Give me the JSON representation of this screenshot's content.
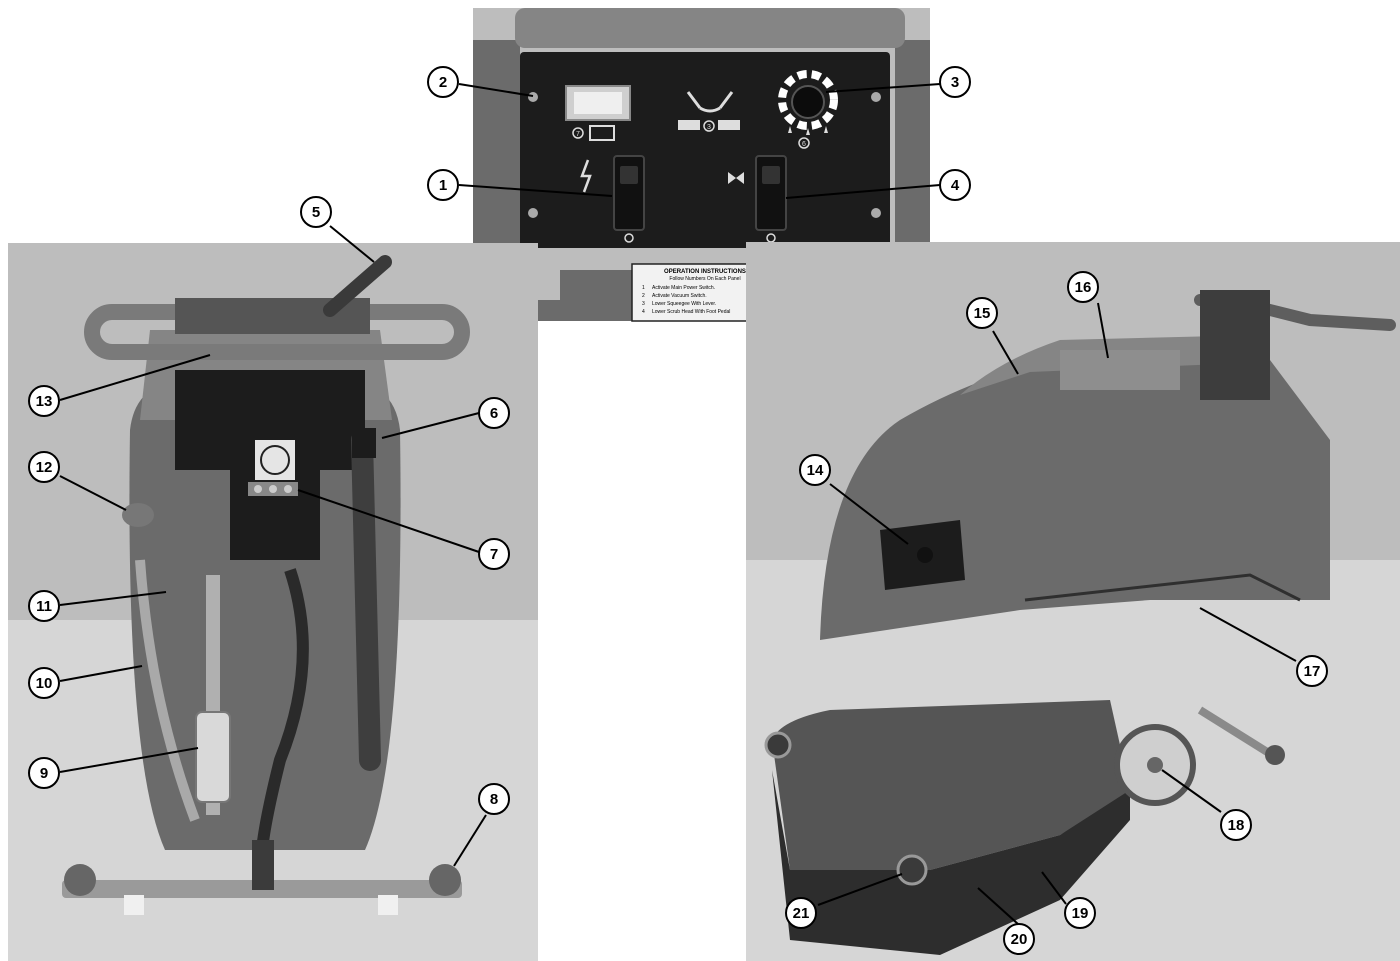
{
  "instruction_card": {
    "title": "OPERATION INSTRUCTIONS",
    "subtitle": "Follow Numbers On Each Panel",
    "steps": [
      {
        "num": "1",
        "text": "Activate Main Power Switch."
      },
      {
        "num": "2",
        "text": "Activate Vacuum Switch."
      },
      {
        "num": "3",
        "text": "Lower Squeegee With Lever."
      },
      {
        "num": "4",
        "text": "Lower Scrub Head With Foot Pedal"
      }
    ]
  },
  "panel_marks": {
    "hour_meter_num": "7",
    "lever_num": "3",
    "dial_num": "6"
  },
  "callouts": [
    {
      "id": "1",
      "label": "1"
    },
    {
      "id": "2",
      "label": "2"
    },
    {
      "id": "3",
      "label": "3"
    },
    {
      "id": "4",
      "label": "4"
    },
    {
      "id": "5",
      "label": "5"
    },
    {
      "id": "6",
      "label": "6"
    },
    {
      "id": "7",
      "label": "7"
    },
    {
      "id": "8",
      "label": "8"
    },
    {
      "id": "9",
      "label": "9"
    },
    {
      "id": "10",
      "label": "10"
    },
    {
      "id": "11",
      "label": "11"
    },
    {
      "id": "12",
      "label": "12"
    },
    {
      "id": "13",
      "label": "13"
    },
    {
      "id": "14",
      "label": "14"
    },
    {
      "id": "15",
      "label": "15"
    },
    {
      "id": "16",
      "label": "16"
    },
    {
      "id": "17",
      "label": "17"
    },
    {
      "id": "18",
      "label": "18"
    },
    {
      "id": "19",
      "label": "19"
    },
    {
      "id": "20",
      "label": "20"
    },
    {
      "id": "21",
      "label": "21"
    }
  ]
}
